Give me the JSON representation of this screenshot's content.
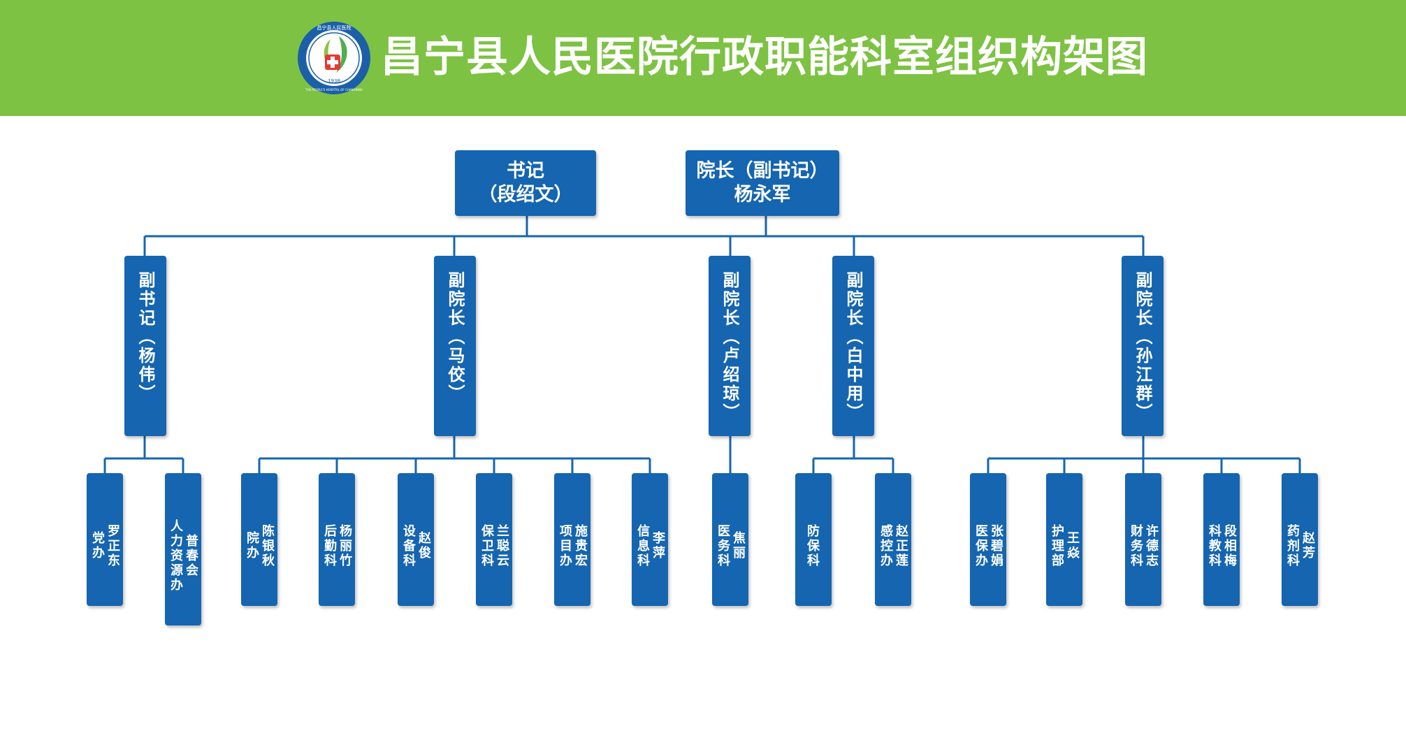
{
  "header": {
    "title": "昌宁县人民医院行政职能科室组织构架图",
    "logo": {
      "icon": "hospital-logo-icon",
      "ring_text_top": "昌宁县人民医院",
      "ring_text_bottom": "THE PEOPLE'S HOSPITAL OF CHANGNING",
      "year": "1938"
    }
  },
  "colors": {
    "header_bg": "#7dc242",
    "box_bg": "#1565b0",
    "line": "#1565b0",
    "text": "#ffffff"
  },
  "top": [
    {
      "line1": "书记",
      "line2": "（段绍文）"
    },
    {
      "line1": "院长（副书记）",
      "line2": "杨永军"
    }
  ],
  "leaders": [
    {
      "title": "副书记",
      "name": "（杨伟）"
    },
    {
      "title": "副院长",
      "name": "（马佼）"
    },
    {
      "title": "副院长",
      "name": "（卢绍琼）"
    },
    {
      "title": "副院长",
      "name": "（白中用）"
    },
    {
      "title": "副院长",
      "name": "（孙江群）"
    }
  ],
  "departments": [
    {
      "dept": "党办",
      "person": "罗正东"
    },
    {
      "dept": "人力资源办",
      "person": "普春会"
    },
    {
      "dept": "院办",
      "person": "陈银秋"
    },
    {
      "dept": "后勤科",
      "person": "杨丽竹"
    },
    {
      "dept": "设备科",
      "person": "赵俊"
    },
    {
      "dept": "保卫科",
      "person": "兰聪云"
    },
    {
      "dept": "项目办",
      "person": "施贵宏"
    },
    {
      "dept": "信息科",
      "person": "李萍"
    },
    {
      "dept": "医务科",
      "person": "焦丽"
    },
    {
      "dept": "防保科",
      "person": ""
    },
    {
      "dept": "感控办",
      "person": "赵正莲"
    },
    {
      "dept": "医保办",
      "person": "张碧娟"
    },
    {
      "dept": "护理部",
      "person": "王焱"
    },
    {
      "dept": "财务科",
      "person": "许德志"
    },
    {
      "dept": "科教科",
      "person": "段相梅"
    },
    {
      "dept": "药剂科",
      "person": "赵芳"
    }
  ]
}
